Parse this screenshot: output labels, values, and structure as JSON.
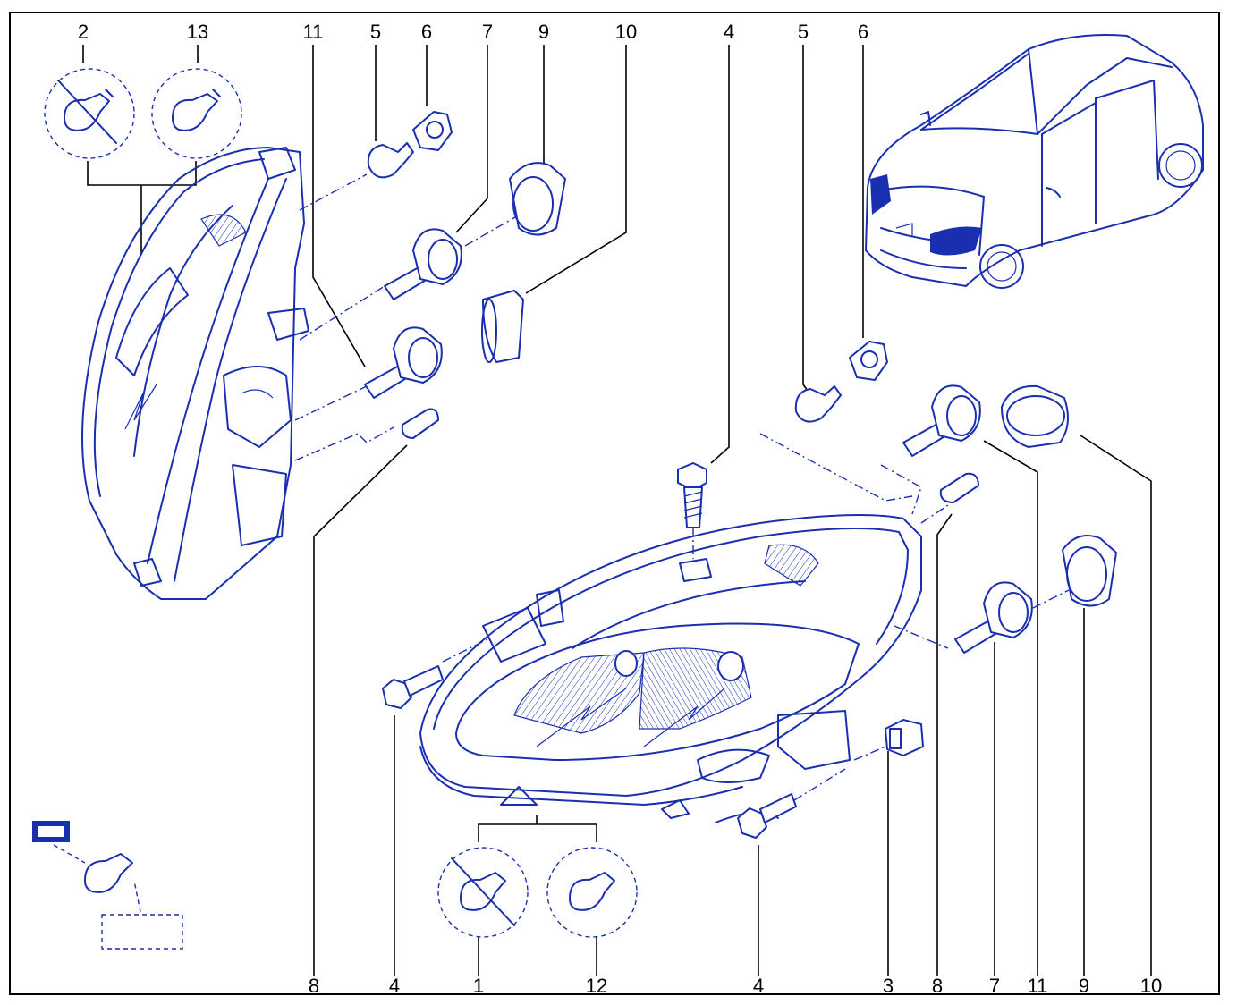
{
  "diagram": {
    "callouts_top": [
      "2",
      "13",
      "11",
      "5",
      "6",
      "7",
      "9",
      "10",
      "4",
      "5",
      "6"
    ],
    "callouts_bottom": [
      "8",
      "4",
      "1",
      "12",
      "4",
      "3",
      "8",
      "7",
      "11",
      "9",
      "10"
    ],
    "ink_color": "#1a2fb0",
    "label_color": "#000000"
  }
}
